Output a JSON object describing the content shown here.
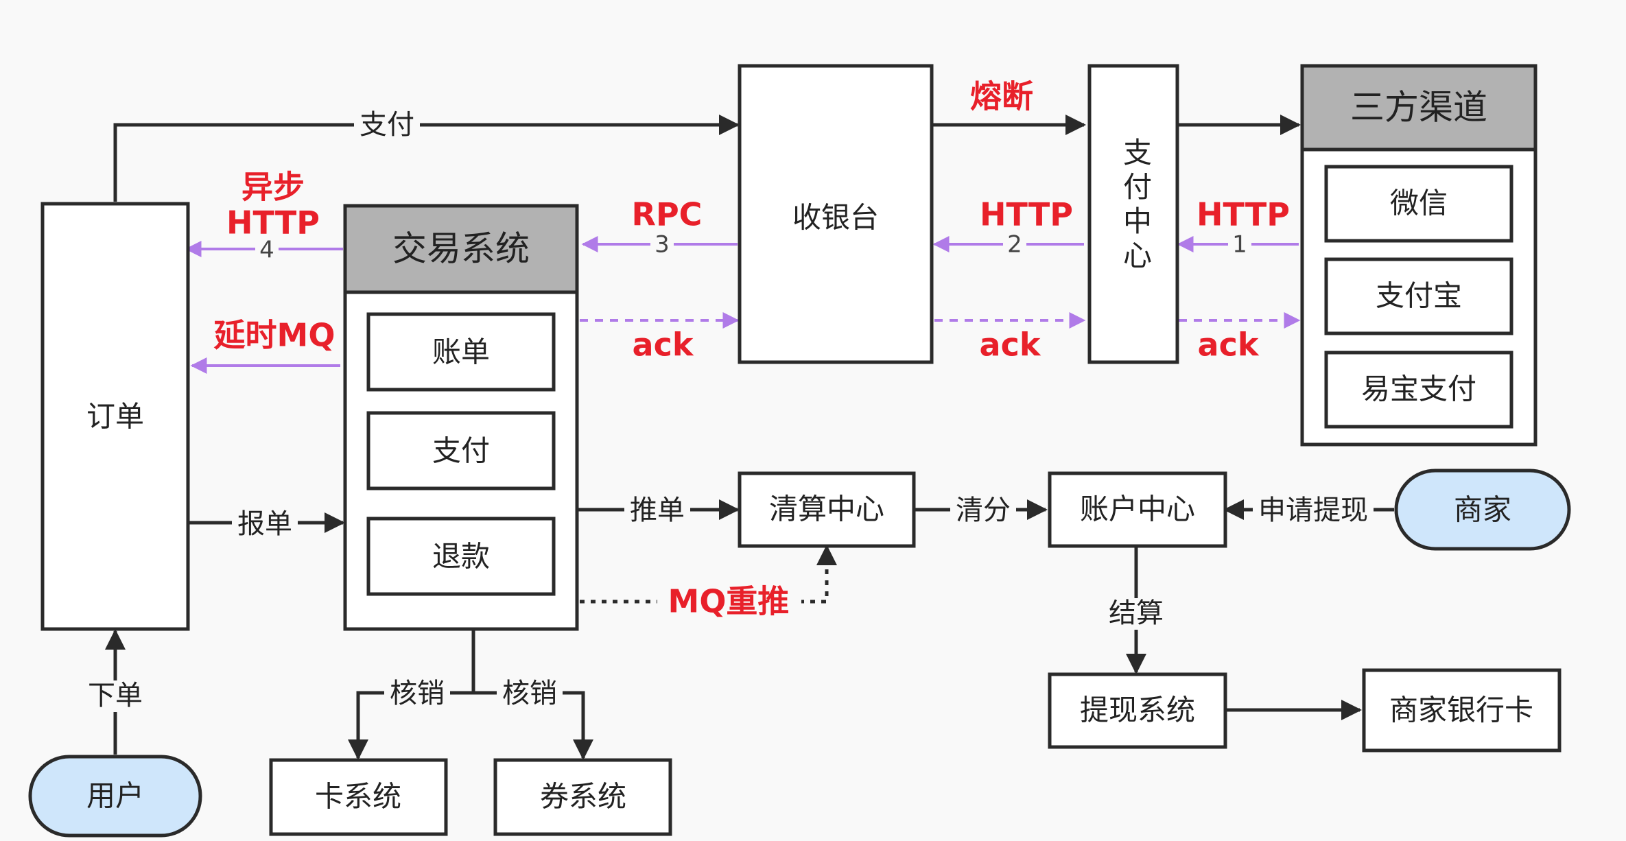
{
  "nodes": {
    "order": "订单",
    "user": "用户",
    "trade_system": "交易系统",
    "bill": "账单",
    "payment": "支付",
    "refund": "退款",
    "cashier": "收银台",
    "pay_center": "支付中心",
    "third_party": "三方渠道",
    "wechat": "微信",
    "alipay": "支付宝",
    "yeepay": "易宝支付",
    "clearing_center": "清算中心",
    "account_center": "账户中心",
    "merchant": "商家",
    "withdraw_system": "提现系统",
    "merchant_bank_card": "商家银行卡",
    "card_system": "卡系统",
    "coupon_system": "券系统"
  },
  "edges": {
    "pay": "支付",
    "circuit_break": "熔断",
    "async_http_1": "异步",
    "async_http_2": "HTTP",
    "step_4": "4",
    "rpc": "RPC",
    "step_3": "3",
    "http_2": "HTTP",
    "step_2": "2",
    "http_1": "HTTP",
    "step_1": "1",
    "delay_mq": "延时MQ",
    "ack_1": "ack",
    "ack_2": "ack",
    "ack_3": "ack",
    "report": "报单",
    "push": "推单",
    "clear": "清分",
    "apply_withdraw": "申请提现",
    "mq_repush": "MQ重推",
    "settle": "结算",
    "place_order": "下单",
    "verify_1": "核销",
    "verify_2": "核销"
  },
  "colors": {
    "highlight": "#e8202a",
    "async_arrow": "#b07be8",
    "header_fill": "#b2b2b2",
    "pill_fill": "#cfe6fb"
  }
}
